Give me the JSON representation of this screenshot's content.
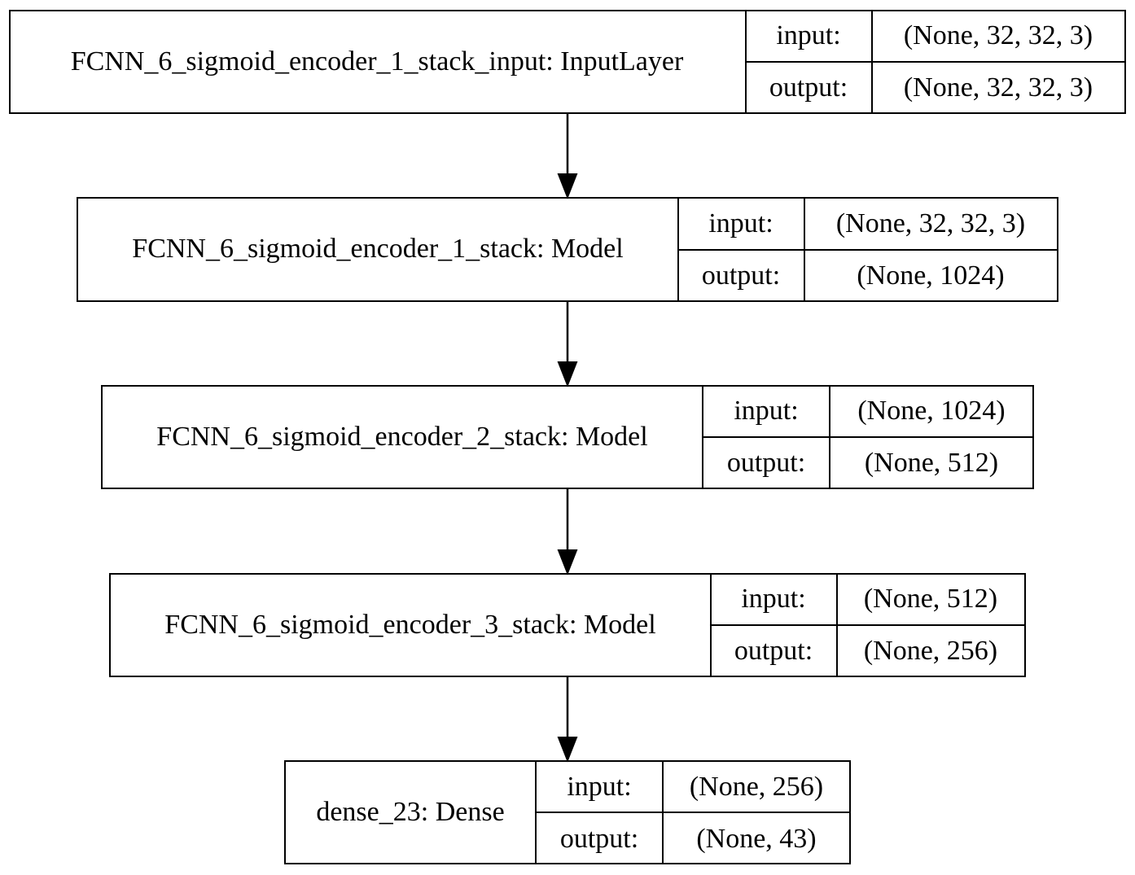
{
  "nodes": [
    {
      "name": "FCNN_6_sigmoid_encoder_1_stack_input: InputLayer",
      "input_label": "input:",
      "output_label": "output:",
      "input_shape": "(None, 32, 32, 3)",
      "output_shape": "(None, 32, 32, 3)"
    },
    {
      "name": "FCNN_6_sigmoid_encoder_1_stack: Model",
      "input_label": "input:",
      "output_label": "output:",
      "input_shape": "(None, 32, 32, 3)",
      "output_shape": "(None, 1024)"
    },
    {
      "name": "FCNN_6_sigmoid_encoder_2_stack: Model",
      "input_label": "input:",
      "output_label": "output:",
      "input_shape": "(None, 1024)",
      "output_shape": "(None, 512)"
    },
    {
      "name": "FCNN_6_sigmoid_encoder_3_stack: Model",
      "input_label": "input:",
      "output_label": "output:",
      "input_shape": "(None, 512)",
      "output_shape": "(None, 256)"
    },
    {
      "name": "dense_23: Dense",
      "input_label": "input:",
      "output_label": "output:",
      "input_shape": "(None, 256)",
      "output_shape": "(None, 43)"
    }
  ],
  "edges": [
    {
      "from": 0,
      "to": 1
    },
    {
      "from": 1,
      "to": 2
    },
    {
      "from": 2,
      "to": 3
    },
    {
      "from": 3,
      "to": 4
    }
  ]
}
